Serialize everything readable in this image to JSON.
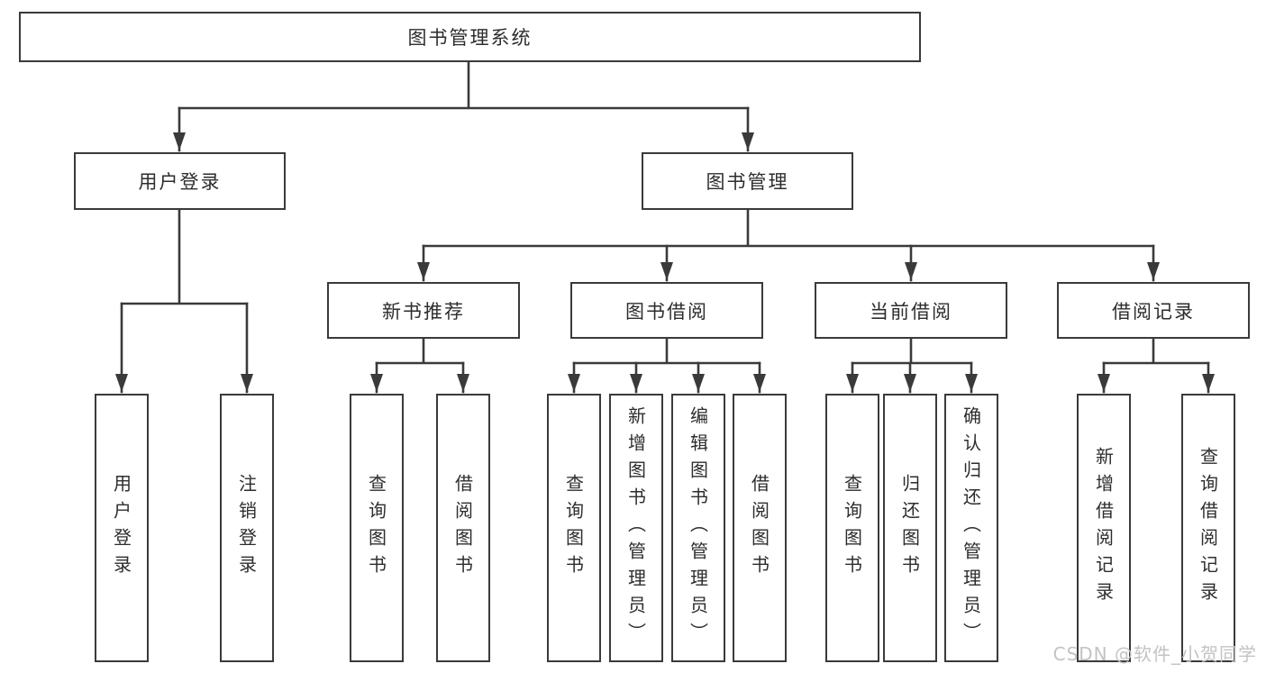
{
  "colors": {
    "line": "#3a3a3a",
    "text": "#2d2d2d",
    "bg": "#ffffff",
    "watermark": "#c3c3c3"
  },
  "watermark": {
    "text": "CSDN @软件_小贺同学"
  },
  "tree": {
    "label": "图书管理系统",
    "children": [
      {
        "label": "用户登录",
        "children": [
          {
            "label": "用户登录"
          },
          {
            "label": "注销登录"
          }
        ]
      },
      {
        "label": "图书管理",
        "children": [
          {
            "label": "新书推荐",
            "children": [
              {
                "label": "查询图书"
              },
              {
                "label": "借阅图书"
              }
            ]
          },
          {
            "label": "图书借阅",
            "children": [
              {
                "label": "查询图书"
              },
              {
                "label": "新增图书（管理员）"
              },
              {
                "label": "编辑图书（管理员）"
              },
              {
                "label": "借阅图书"
              }
            ]
          },
          {
            "label": "当前借阅",
            "children": [
              {
                "label": "查询图书"
              },
              {
                "label": "归还图书"
              },
              {
                "label": "确认归还（管理员）"
              }
            ]
          },
          {
            "label": "借阅记录",
            "children": [
              {
                "label": "新增借阅记录"
              },
              {
                "label": "查询借阅记录"
              }
            ]
          }
        ]
      }
    ]
  }
}
